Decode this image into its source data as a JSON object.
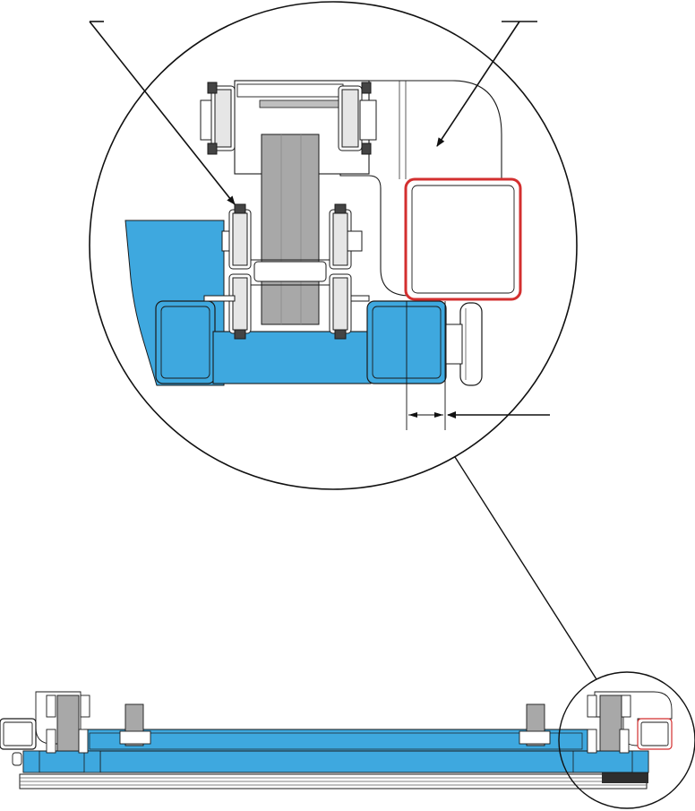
{
  "drawing": {
    "colors": {
      "outline": "#1a1a1a",
      "blue_frame": "#3ea8df",
      "gray_strap": "#a8a8a8",
      "light_gray": "#d9d9d9",
      "highlight_red": "#d32f2f",
      "background": "#ffffff"
    },
    "views": [
      {
        "name": "detail-view",
        "description_visible_text": ""
      },
      {
        "name": "full-view",
        "description_visible_text": ""
      }
    ],
    "callouts": [
      {
        "name": "leader-arrow-left",
        "points_to": "roller-bracket"
      },
      {
        "name": "leader-arrow-right",
        "points_to": "corner-plate"
      },
      {
        "name": "leader-arrow-dimension",
        "points_to": "gap-dimension"
      }
    ]
  }
}
